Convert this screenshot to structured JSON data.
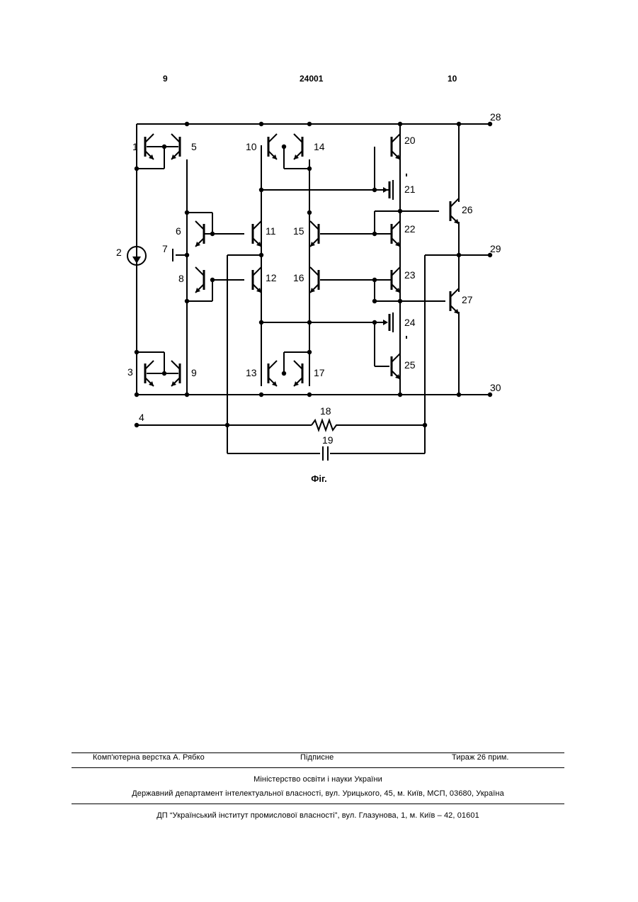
{
  "header": {
    "page_left": "9",
    "patent_number": "24001",
    "page_right": "10"
  },
  "figure": {
    "caption": "Фіг.",
    "labels": {
      "t1": "1",
      "t5": "5",
      "t10": "10",
      "t14": "14",
      "t20": "20",
      "n28": "28",
      "t21": "21",
      "t26": "26",
      "t6": "6",
      "t11": "11",
      "t15": "15",
      "t22": "22",
      "n2": "2",
      "n7": "7",
      "n29": "29",
      "t8": "8",
      "t12": "12",
      "t16": "16",
      "t23": "23",
      "t27": "27",
      "t24": "24",
      "t3": "3",
      "t9": "9",
      "t13": "13",
      "t17": "17",
      "t25": "25",
      "n30": "30",
      "n4": "4",
      "r18": "18",
      "c19": "19"
    }
  },
  "footer": {
    "layout": "Комп'ютерна верстка А. Рябко",
    "signed": "Підписне",
    "circulation": "Тираж 26 прим.",
    "ministry": "Міністерство освіти і науки України",
    "department": "Державний департамент інтелектуальної власності, вул. Урицького, 45, м. Київ, МСП, 03680, Україна",
    "institute": "ДП “Український інститут промислової власності”, вул. Глазунова, 1, м. Київ – 42, 01601"
  }
}
